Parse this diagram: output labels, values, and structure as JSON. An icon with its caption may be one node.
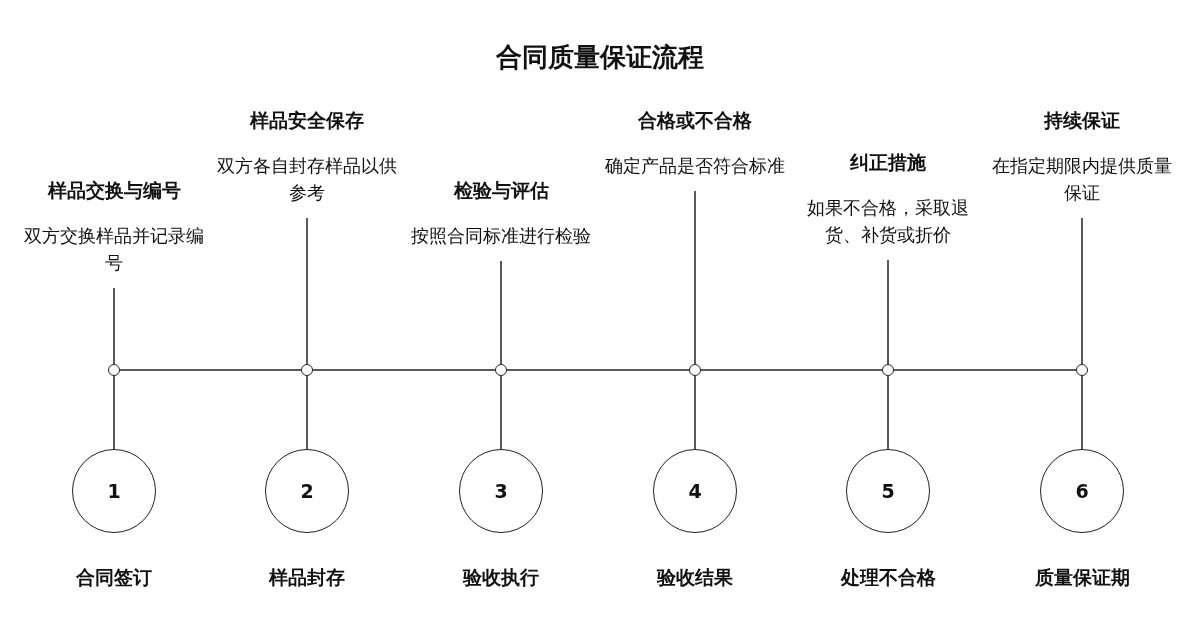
{
  "diagram": {
    "title": "合同质量保证流程",
    "nodes": [
      {
        "text": [
          "样品交换与编号",
          "双方交换样品并记录编号"
        ]
      },
      {
        "text": [
          "样品安全保存",
          "双方各自封存样品以供参考"
        ]
      },
      {
        "text": [
          "检验与评估",
          "按照合同标准进行检验"
        ]
      },
      {
        "text": [
          "合格或不合格",
          "确定产品是否符合标准"
        ]
      },
      {
        "text": [
          "纠正措施",
          "如果不合格，采取退货、补货或折价"
        ]
      },
      {
        "text": [
          "持续保证",
          "在指定期限内提供质量保证"
        ]
      },
      {
        "text": [],
        "shape": "circle"
      },
      {
        "text": [],
        "shape": "circle"
      },
      {
        "text": [],
        "shape": "circle"
      },
      {
        "text": [],
        "shape": "circle"
      },
      {
        "text": [],
        "shape": "circle"
      },
      {
        "text": [],
        "shape": "circle"
      },
      {
        "text": [
          "1"
        ],
        "beside": [
          "合同签订"
        ]
      },
      {
        "text": [
          "2"
        ],
        "beside": [
          "样品封存"
        ]
      },
      {
        "text": [
          "3"
        ],
        "beside": [
          "验收执行"
        ]
      },
      {
        "text": [
          "4"
        ],
        "beside": [
          "验收结果"
        ]
      },
      {
        "text": [
          "5"
        ],
        "beside": [
          "处理不合格"
        ]
      },
      {
        "text": [
          "6"
        ],
        "beside": [
          "质量保证期"
        ]
      }
    ],
    "edges": [
      {
        "from": 0,
        "to": 6,
        "arrow": "none"
      },
      {
        "from": 6,
        "to": 12,
        "arrow": "none"
      },
      {
        "from": 1,
        "to": 7,
        "arrow": "none"
      },
      {
        "from": 7,
        "to": 13,
        "arrow": "none"
      },
      {
        "from": 2,
        "to": 8,
        "arrow": "none"
      },
      {
        "from": 8,
        "to": 14,
        "arrow": "none"
      },
      {
        "from": 3,
        "to": 9,
        "arrow": "none"
      },
      {
        "from": 9,
        "to": 15,
        "arrow": "none"
      },
      {
        "from": 4,
        "to": 10,
        "arrow": "none"
      },
      {
        "from": 10,
        "to": 16,
        "arrow": "none"
      },
      {
        "from": 5,
        "to": 11,
        "arrow": "none"
      },
      {
        "from": 11,
        "to": 17,
        "arrow": "none"
      },
      {
        "from": 6,
        "to": 7,
        "arrow": "none"
      },
      {
        "from": 7,
        "to": 8,
        "arrow": "none"
      },
      {
        "from": 8,
        "to": 9,
        "arrow": "none"
      },
      {
        "from": 9,
        "to": 10,
        "arrow": "none"
      },
      {
        "from": 10,
        "to": 11,
        "arrow": "none"
      }
    ]
  }
}
